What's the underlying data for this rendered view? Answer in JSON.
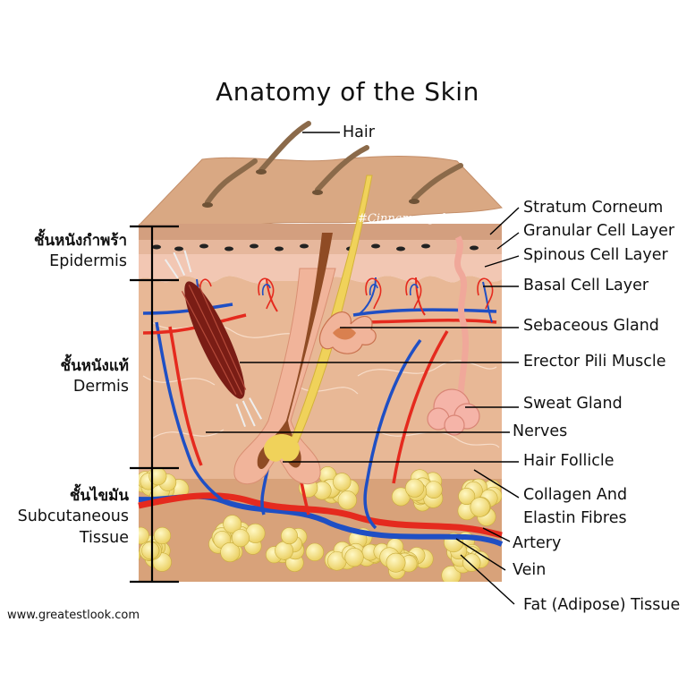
{
  "title": "Anatomy of the Skin",
  "watermark": "#CinnamongalReview",
  "source": "www.greatestlook.com",
  "left_labels": {
    "epidermis_thai": "ชั้นหนังกำพร้า",
    "epidermis": "Epidermis",
    "dermis_thai": "ชั้นหนังแท้",
    "dermis": "Dermis",
    "subcutaneous_thai": "ชั้นไขมัน",
    "subcutaneous_line1": "Subcutaneous",
    "subcutaneous_line2": "Tissue"
  },
  "labels": {
    "hair": "Hair",
    "stratum_corneum": "Stratum Corneum",
    "granular": "Granular Cell Layer",
    "spinous": "Spinous Cell Layer",
    "basal": "Basal Cell Layer",
    "sebaceous": "Sebaceous Gland",
    "erector": "Erector Pili Muscle",
    "sweat": "Sweat Gland",
    "nerves": "Nerves",
    "follicle": "Hair Follicle",
    "collagen_line1": "Collagen And",
    "collagen_line2": "Elastin Fibres",
    "artery": "Artery",
    "vein": "Vein",
    "fat": "Fat (Adipose) Tissue"
  },
  "colors": {
    "skin_top": "#d9a883",
    "epidermis": "#f2c7b3",
    "dermis": "#e8b896",
    "fat_cell": "#f6e48a",
    "artery": "#e52a1e",
    "vein": "#1f4fc4",
    "hair": "#8b6a4a",
    "muscle": "#7a1d15",
    "follicle": "#f0d25a"
  }
}
